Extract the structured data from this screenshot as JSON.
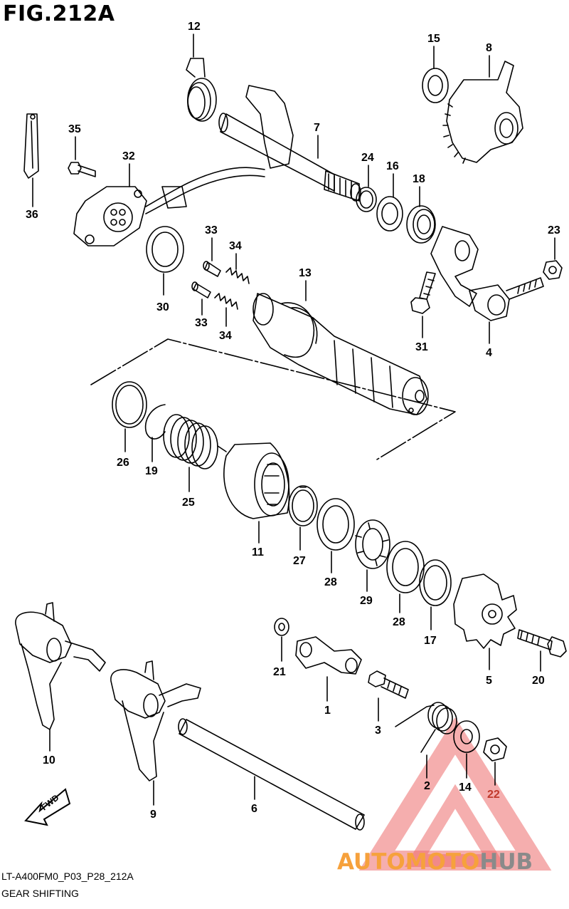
{
  "figure_title": "FIG.212A",
  "footer": {
    "code": "LT-A400FM0_P03_P28_212A",
    "description": "GEAR SHIFTING"
  },
  "fwd_label": "FWD",
  "watermark": {
    "text_accent": "AUTOMOTO",
    "text_gray": "HUB",
    "accent_color": "#f6a13c",
    "triangle_color": "#ec6b6b"
  },
  "callouts": [
    {
      "id": "c12",
      "label": "12"
    },
    {
      "id": "c15",
      "label": "15"
    },
    {
      "id": "c8",
      "label": "8"
    },
    {
      "id": "c35",
      "label": "35"
    },
    {
      "id": "c32",
      "label": "32"
    },
    {
      "id": "c7",
      "label": "7"
    },
    {
      "id": "c24",
      "label": "24"
    },
    {
      "id": "c16",
      "label": "16"
    },
    {
      "id": "c18",
      "label": "18"
    },
    {
      "id": "c36",
      "label": "36"
    },
    {
      "id": "c23",
      "label": "23"
    },
    {
      "id": "c33a",
      "label": "33"
    },
    {
      "id": "c34a",
      "label": "34"
    },
    {
      "id": "c13",
      "label": "13"
    },
    {
      "id": "c30",
      "label": "30"
    },
    {
      "id": "c33b",
      "label": "33"
    },
    {
      "id": "c34b",
      "label": "34"
    },
    {
      "id": "c31",
      "label": "31"
    },
    {
      "id": "c4",
      "label": "4"
    },
    {
      "id": "c26",
      "label": "26"
    },
    {
      "id": "c19",
      "label": "19"
    },
    {
      "id": "c25",
      "label": "25"
    },
    {
      "id": "c11",
      "label": "11"
    },
    {
      "id": "c27",
      "label": "27"
    },
    {
      "id": "c28a",
      "label": "28"
    },
    {
      "id": "c29",
      "label": "29"
    },
    {
      "id": "c28b",
      "label": "28"
    },
    {
      "id": "c17",
      "label": "17"
    },
    {
      "id": "c5",
      "label": "5"
    },
    {
      "id": "c20",
      "label": "20"
    },
    {
      "id": "c21",
      "label": "21"
    },
    {
      "id": "c1",
      "label": "1"
    },
    {
      "id": "c3",
      "label": "3"
    },
    {
      "id": "c10",
      "label": "10"
    },
    {
      "id": "c9",
      "label": "9"
    },
    {
      "id": "c6",
      "label": "6"
    },
    {
      "id": "c2",
      "label": "2"
    },
    {
      "id": "c14",
      "label": "14"
    },
    {
      "id": "c22",
      "label": "22"
    }
  ]
}
